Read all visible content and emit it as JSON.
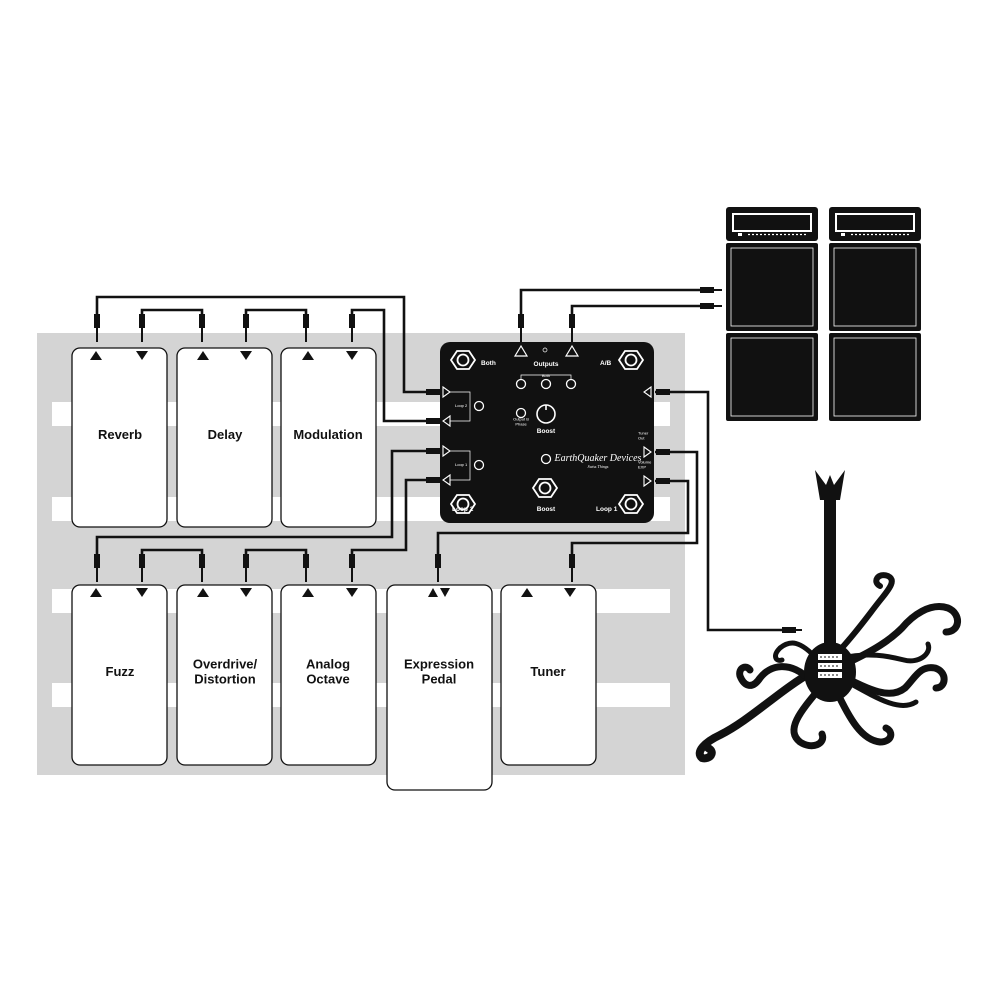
{
  "pedals_top": [
    {
      "label": "Reverb"
    },
    {
      "label": "Delay"
    },
    {
      "label": "Modulation"
    }
  ],
  "pedals_bottom": [
    {
      "label": "Fuzz"
    },
    {
      "label": "Overdrive/\nDistortion"
    },
    {
      "label": "Analog\nOctave"
    },
    {
      "label": "Expression\nPedal"
    },
    {
      "label": "Tuner"
    }
  ],
  "switcher": {
    "both": "Both",
    "outputs": "Outputs",
    "outputs_both": "Both",
    "ab": "A/B",
    "loop2_side": "Loop 2",
    "loop1_side": "Loop 1",
    "boost_knob": "Boost",
    "boost_foot": "Boost",
    "loop2_foot": "Loop 2",
    "loop1_foot": "Loop 1",
    "output_b_phase": "Output B\nPhase",
    "tuner_out": "Tuner\nOut",
    "volume_exp": "Volume\nEXP",
    "brand": "EarthQuaker Devices",
    "model": "Swiss Things"
  },
  "colors": {
    "board": "#d4d4d4",
    "panel": "#111111",
    "pedal_fill": "#ffffff",
    "cable": "#111111"
  },
  "icons": [
    "amp-head-icon",
    "speaker-cabinet-icon",
    "octopus-guitar-icon"
  ]
}
